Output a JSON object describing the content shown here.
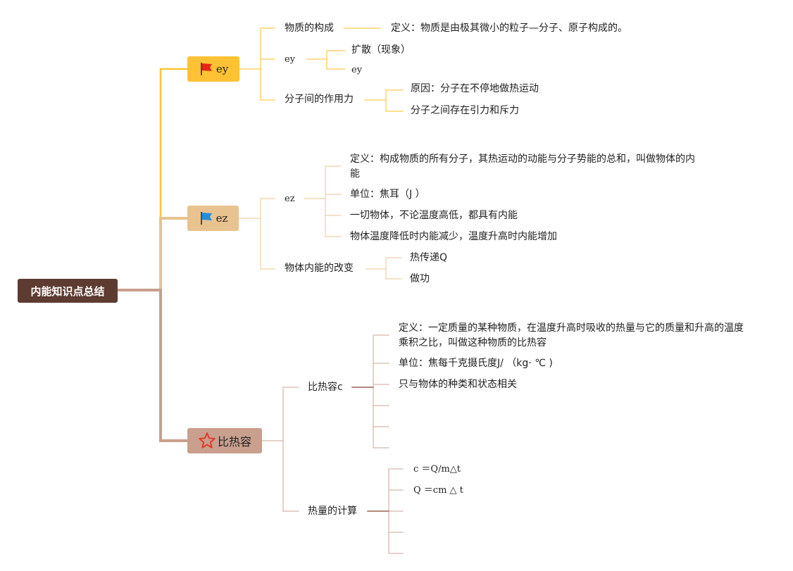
{
  "root": {
    "label": "内能知识点总结"
  },
  "colors": {
    "root": "#5d3b31",
    "branch1": "#ffc234",
    "branch2": "#e8c28f",
    "branch3": "#c99f8d"
  },
  "branches": [
    {
      "label": "ey",
      "icon": "red-flag-icon",
      "children": [
        {
          "label": "物质的构成",
          "children": [
            "定义：物质是由极其微小的粒子—分子、原子构成的。"
          ]
        },
        {
          "label": "ey",
          "children": [
            "扩散（现象）",
            "ey"
          ]
        },
        {
          "label": "分子间的作用力",
          "children": [
            "原因：分子在不停地做热运动",
            "分子之间存在引力和斥力"
          ]
        }
      ]
    },
    {
      "label": "ez",
      "icon": "blue-flag-icon",
      "children": [
        {
          "label": "ez",
          "children": [
            "定义：构成物质的所有分子，其热运动的动能与分子势能的总和，叫做物体的内能",
            "单位：焦耳（J ）",
            "一切物体，不论温度高低，都具有内能",
            "物体温度降低时内能减少，温度升高时内能增加"
          ]
        },
        {
          "label": "物体内能的改变",
          "children": [
            "热传递Q",
            "做功"
          ]
        }
      ]
    },
    {
      "label": "比热容",
      "icon": "star-icon",
      "children": [
        {
          "label": "比热容c",
          "children": [
            "定义：一定质量的某种物质，在温度升高时吸收的热量与它的质量和升高的温度乘积之比，叫做这种物质的比热容",
            "单位：焦每千克摄氏度J/ （kg· ℃ )",
            "只与物体的种类和状态相关",
            "",
            "",
            ""
          ]
        },
        {
          "label": "热量的计算",
          "children": [
            "c ＝Q/m△t",
            "Q ＝cm △ t",
            "",
            "",
            ""
          ]
        }
      ]
    }
  ]
}
